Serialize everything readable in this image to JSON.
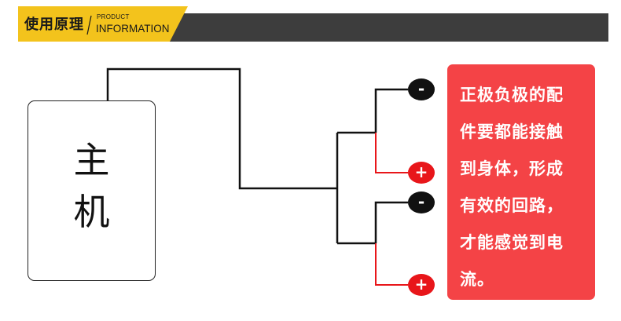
{
  "header": {
    "title_cn": "使用原理",
    "title_en_small": "PRODUCT",
    "title_en": "INFORMATION",
    "toggle_icon": "chevron-down-circle-icon",
    "colors": {
      "accent": "#f3c31c",
      "bar": "#3d3d3d"
    }
  },
  "device": {
    "label_line1": "主",
    "label_line2": "机"
  },
  "terminals": [
    {
      "symbol": "-",
      "color": "#111111"
    },
    {
      "symbol": "+",
      "color": "#e8161a"
    },
    {
      "symbol": "-",
      "color": "#111111"
    },
    {
      "symbol": "+",
      "color": "#e8161a"
    }
  ],
  "info": {
    "color": "#f44346",
    "lines": [
      "正极负极的配",
      "件要都能接触",
      "到身体，形成",
      "有效的回路，",
      "才能感觉到电",
      "流。"
    ]
  }
}
